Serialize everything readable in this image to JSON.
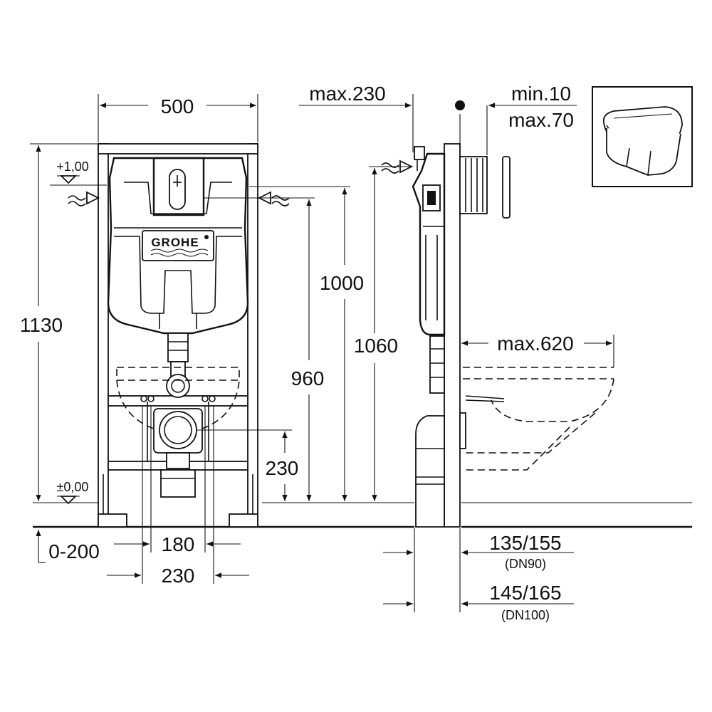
{
  "front": {
    "width": "500",
    "height": "1130",
    "level_top": "+1,00",
    "level_zero": "±0,00",
    "frame_adjust": "0-200",
    "inlet_height": "1000",
    "actuator_height": "960",
    "outlet_height": "230",
    "bolt_spacing": "180",
    "outlet_spacing": "230",
    "brand": "GROHE"
  },
  "side": {
    "inlet_offset": "max.230",
    "wall_min": "min.10",
    "wall_max": "max.70",
    "total_height": "1060",
    "bowl_projection": "max.620",
    "dn90_depth": "135/155",
    "dn90_label": "(DN90)",
    "dn100_depth": "145/165",
    "dn100_label": "(DN100)"
  }
}
